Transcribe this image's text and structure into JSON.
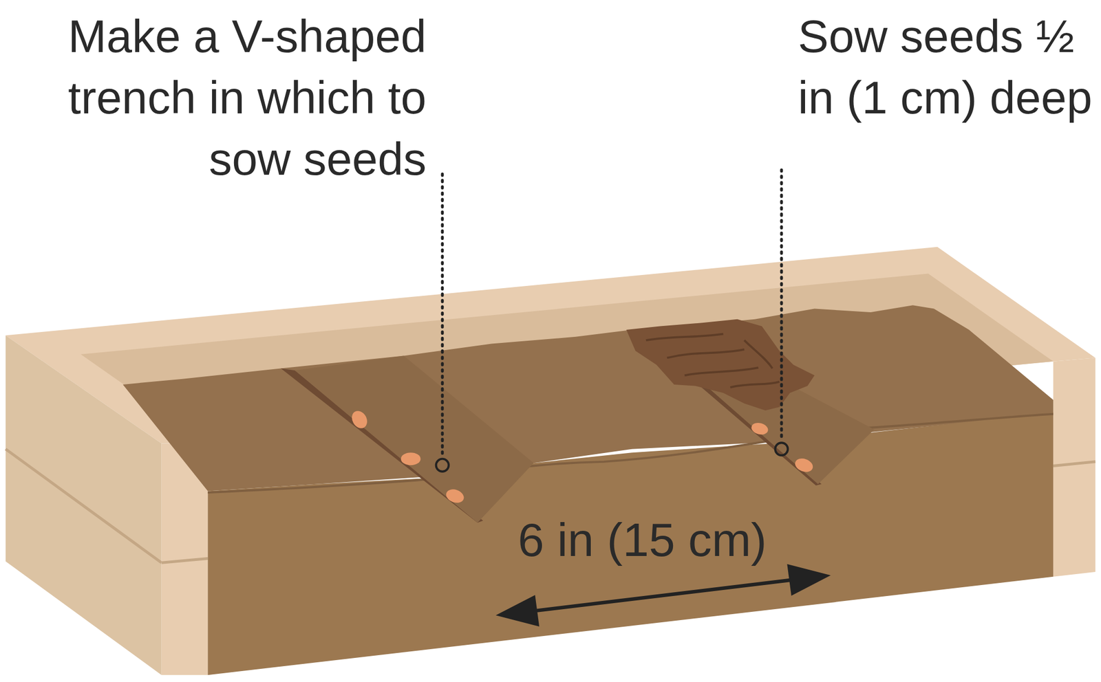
{
  "diagram": {
    "labels": [
      "Make a V-shaped trench in which to sow seeds",
      "Sow seeds ½ in (1 cm) deep",
      "6 in (15 cm)"
    ]
  }
}
